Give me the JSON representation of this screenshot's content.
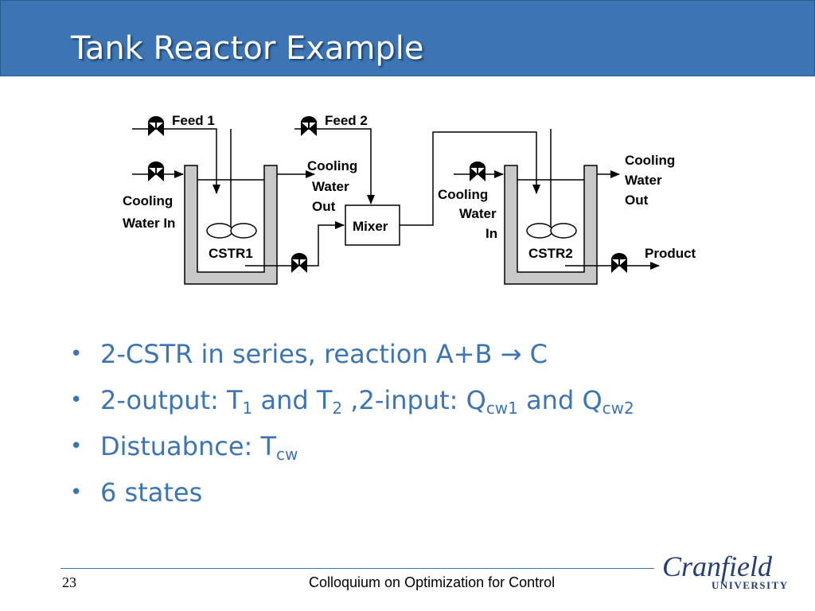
{
  "slide": {
    "title": "Tank Reactor Example"
  },
  "diagram": {
    "labels": {
      "feed1": "Feed 1",
      "feed2": "Feed 2",
      "cooling_in_1": [
        "Cooling",
        "Water In"
      ],
      "cooling_out_1": [
        "Cooling",
        "Water",
        "Out"
      ],
      "mixer": "Mixer",
      "cstr1": "CSTR1",
      "cooling_in_2": [
        "Cooling",
        "Water",
        "In"
      ],
      "cstr2": "CSTR2",
      "cooling_out_2": [
        "Cooling",
        "Water",
        "Out"
      ],
      "product": "Product"
    }
  },
  "bullets": {
    "b1": {
      "text": "2-CSTR in series, reaction A+B ",
      "arrow": "→",
      "end": " C"
    },
    "b2": {
      "p1": "2-output: T",
      "s1": "1",
      "p2": " and T",
      "s2": "2",
      "p3": " ,2-input: Q",
      "s3": "cw1",
      "p4": " and Q",
      "s4": "cw2"
    },
    "b3": {
      "p1": "Distuabnce: T",
      "s1": "cw"
    },
    "b4": {
      "text": "6 states"
    }
  },
  "footer": {
    "page_number": "23",
    "text": "Colloquium on Optimization for Control",
    "logo_main": "Cranfield",
    "logo_sub": "UNIVERSITY"
  },
  "colors": {
    "title_bar": "#3c74b4",
    "bullet_text": "#3c74b4",
    "logo": "#243e78",
    "tank_wall": "#c8c8c8"
  }
}
